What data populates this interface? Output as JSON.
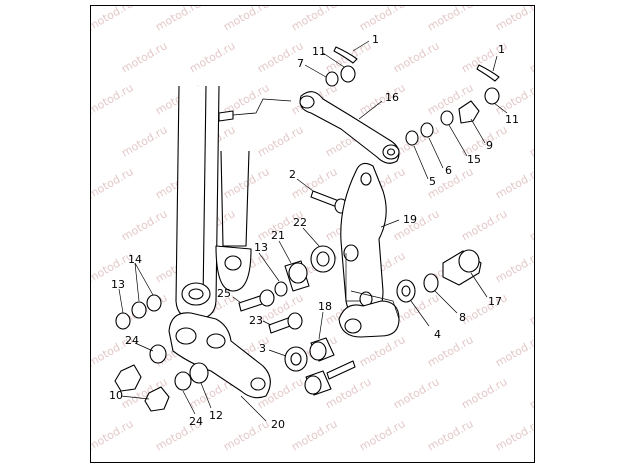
{
  "watermark": {
    "text": "motod.ru"
  },
  "callouts": [
    {
      "id": "c1a",
      "label": "1"
    },
    {
      "id": "c1b",
      "label": "1"
    },
    {
      "id": "c2",
      "label": "2"
    },
    {
      "id": "c3",
      "label": "3"
    },
    {
      "id": "c4",
      "label": "4"
    },
    {
      "id": "c5",
      "label": "5"
    },
    {
      "id": "c6",
      "label": "6"
    },
    {
      "id": "c7",
      "label": "7"
    },
    {
      "id": "c8",
      "label": "8"
    },
    {
      "id": "c9",
      "label": "9"
    },
    {
      "id": "c10",
      "label": "10"
    },
    {
      "id": "c11a",
      "label": "11"
    },
    {
      "id": "c11b",
      "label": "11"
    },
    {
      "id": "c12",
      "label": "12"
    },
    {
      "id": "c13a",
      "label": "13"
    },
    {
      "id": "c13b",
      "label": "13"
    },
    {
      "id": "c14",
      "label": "14"
    },
    {
      "id": "c15",
      "label": "15"
    },
    {
      "id": "c16",
      "label": "16"
    },
    {
      "id": "c17",
      "label": "17"
    },
    {
      "id": "c18",
      "label": "18"
    },
    {
      "id": "c19",
      "label": "19"
    },
    {
      "id": "c20",
      "label": "20"
    },
    {
      "id": "c21",
      "label": "21"
    },
    {
      "id": "c22",
      "label": "22"
    },
    {
      "id": "c23",
      "label": "23"
    },
    {
      "id": "c24a",
      "label": "24"
    },
    {
      "id": "c24b",
      "label": "24"
    },
    {
      "id": "c25",
      "label": "25"
    }
  ]
}
